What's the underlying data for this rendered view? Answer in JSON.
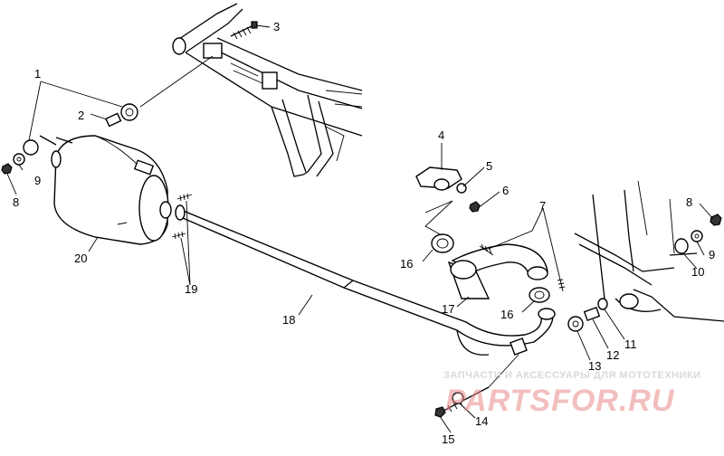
{
  "diagram": {
    "callouts": [
      {
        "id": "c1",
        "text": "1"
      },
      {
        "id": "c2",
        "text": "2"
      },
      {
        "id": "c3",
        "text": "3"
      },
      {
        "id": "c4",
        "text": "4"
      },
      {
        "id": "c5",
        "text": "5"
      },
      {
        "id": "c6",
        "text": "6"
      },
      {
        "id": "c7",
        "text": "7"
      },
      {
        "id": "c8a",
        "text": "8"
      },
      {
        "id": "c8b",
        "text": "8"
      },
      {
        "id": "c9a",
        "text": "9"
      },
      {
        "id": "c9b",
        "text": "9"
      },
      {
        "id": "c10",
        "text": "10"
      },
      {
        "id": "c11",
        "text": "11"
      },
      {
        "id": "c12",
        "text": "12"
      },
      {
        "id": "c13",
        "text": "13"
      },
      {
        "id": "c14",
        "text": "14"
      },
      {
        "id": "c15",
        "text": "15"
      },
      {
        "id": "c16a",
        "text": "16"
      },
      {
        "id": "c16b",
        "text": "16"
      },
      {
        "id": "c17",
        "text": "17"
      },
      {
        "id": "c18",
        "text": "18"
      },
      {
        "id": "c19",
        "text": "19"
      },
      {
        "id": "c20",
        "text": "20"
      }
    ]
  },
  "watermark": {
    "caption": "ЗАПЧАСТИ И АКСЕССУАРЫ ДЛЯ МОТОТЕХНИКИ",
    "logo": "PARTSFOR.RU",
    "logo_color": "#e88a8a"
  }
}
